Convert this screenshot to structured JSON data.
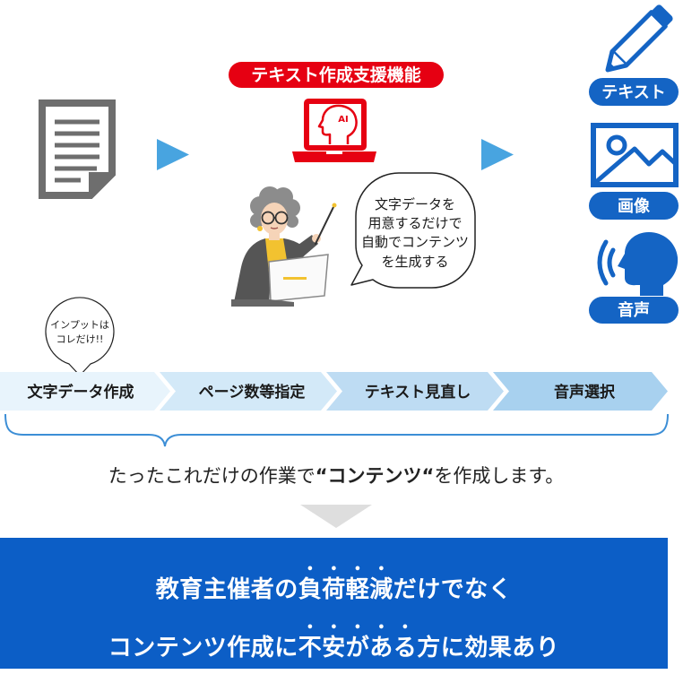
{
  "feature_label": "テキスト作成支援機能",
  "input": {
    "icon": "document-icon"
  },
  "flow_arrow_icon": "play-triangle-icon",
  "ai_tool": {
    "icon": "laptop-ai-icon",
    "badge": "AI"
  },
  "presenter": {
    "icon": "teacher-with-laptop-illustration"
  },
  "speech_bubble": {
    "lines": [
      "文字データを",
      "用意するだけで",
      "自動でコンテンツ",
      "を生成する"
    ]
  },
  "outputs": [
    {
      "icon": "pencil-icon",
      "label": "テキスト"
    },
    {
      "icon": "image-icon",
      "label": "画像"
    },
    {
      "icon": "voice-icon",
      "label": "音声"
    }
  ],
  "input_note": {
    "lines": [
      "インプットは",
      "コレだけ!!"
    ]
  },
  "steps": [
    {
      "label": "文字データ作成",
      "color": "#e8f4fc"
    },
    {
      "label": "ページ数等指定",
      "color": "#d3e9f8"
    },
    {
      "label": "テキスト見直し",
      "color": "#bedcf3"
    },
    {
      "label": "音声選択",
      "color": "#a8d1ef"
    }
  ],
  "summary": {
    "before": "たったこれだけの作業で",
    "highlight": "“コンテンツ“",
    "after": "を作成します。"
  },
  "benefit": {
    "line1": {
      "before": "教育主催者の",
      "emphasis": "負荷軽減",
      "after": "だけでなく"
    },
    "line2": {
      "before": "コンテンツ作成に",
      "emphasis": "不安がある",
      "after": "方に効果あり"
    }
  },
  "colors": {
    "accent_red": "#e60012",
    "icon_blue": "#1464c4",
    "arrow_blue": "#48a4e0",
    "banner_blue": "#0c5ec6",
    "brace_blue": "#3c8ed6",
    "document_gray": "#6e6e6e",
    "down_arrow_gray": "#dedede"
  }
}
